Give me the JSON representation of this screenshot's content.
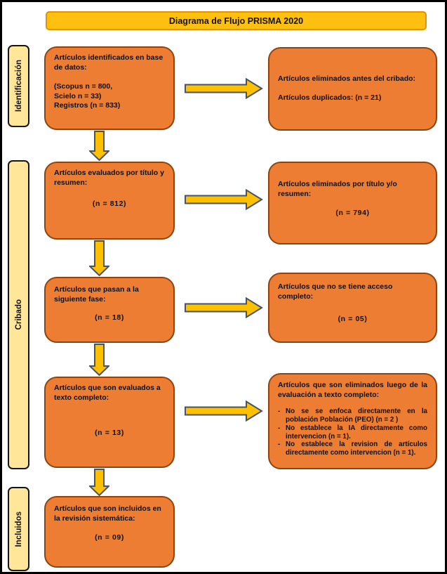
{
  "title": "Diagrama de Flujo PRISMA 2020",
  "stages": [
    {
      "label": "Identificación"
    },
    {
      "label": "Cribado"
    },
    {
      "label": "Incluidos"
    }
  ],
  "flow": {
    "left_boxes": [
      {
        "heading": "Artículos identificados en base de datos:",
        "line1": "(Scopus n = 800,",
        "line2": "Scielo n = 33)",
        "line3": "Registros (n = 833)"
      },
      {
        "heading": "Artículos evaluados por título y resumen:",
        "count": "(n = 812)"
      },
      {
        "heading": "Artículos que pasan a la siguiente fase:",
        "count": "(n = 18)"
      },
      {
        "heading": "Artículos que son evaluados a texto completo:",
        "count": "(n = 13)"
      },
      {
        "heading": "Artículos que son incluidos en la revisión sistemática:",
        "count": "(n = 09)"
      }
    ],
    "right_boxes": [
      {
        "heading": "Artículos eliminados antes del cribado:",
        "line1": "Artículos duplicados: (n = 21)"
      },
      {
        "heading": "Artículos eliminados por título y/o resumen:",
        "count": "(n = 794)"
      },
      {
        "heading": "Artículos que no se tiene acceso completo:",
        "count": "(n = 05)"
      },
      {
        "heading": "Artículos que son eliminados luego de la evaluación a texto completo:",
        "marker": "-",
        "bullet1": "No se se enfoca directamente en la población Población (PEO) (n = 2 )",
        "bullet2": "No establece la IA directamente como intervencion (n = 1).",
        "bullet3": "No establece la revision de artículos directamente como intervencion (n = 1)."
      }
    ]
  },
  "colors": {
    "box_fill": "#EC7D33",
    "box_border": "#8C4510",
    "title_fill": "#FFC010",
    "title_border": "#E29400",
    "stage_fill": "#FFE699",
    "arrow_fill": "#FFC000",
    "arrow_border": "#44546A",
    "outer_border": "#000000"
  }
}
